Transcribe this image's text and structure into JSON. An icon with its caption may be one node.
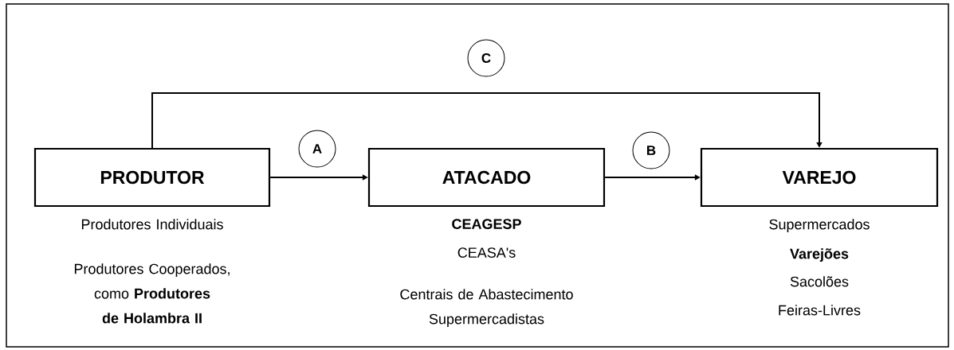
{
  "diagram": {
    "nodes": [
      {
        "text": [
          "PRODUTOR"
        ],
        "beside": [
          "Produtores Individuais",
          "Produtores Cooperados, como **Produtores de Holambra II**"
        ]
      },
      {
        "text": [
          "ATACADO"
        ],
        "beside": [
          "CEAGESP",
          "CEASA's",
          "Centrais de Abastecimento Supermercadistas"
        ]
      },
      {
        "text": [
          "VAREJO"
        ],
        "beside": [
          "Supermercados",
          "Varejões",
          "Sacolões",
          "Feiras-Livres"
        ]
      }
    ],
    "edges": [
      {
        "from": 0,
        "to": 1,
        "arrow": "to",
        "label": "A"
      },
      {
        "from": 1,
        "to": 2,
        "arrow": "to",
        "label": "B"
      },
      {
        "from": 0,
        "to": 2,
        "arrow": "to",
        "label": "C"
      }
    ]
  }
}
